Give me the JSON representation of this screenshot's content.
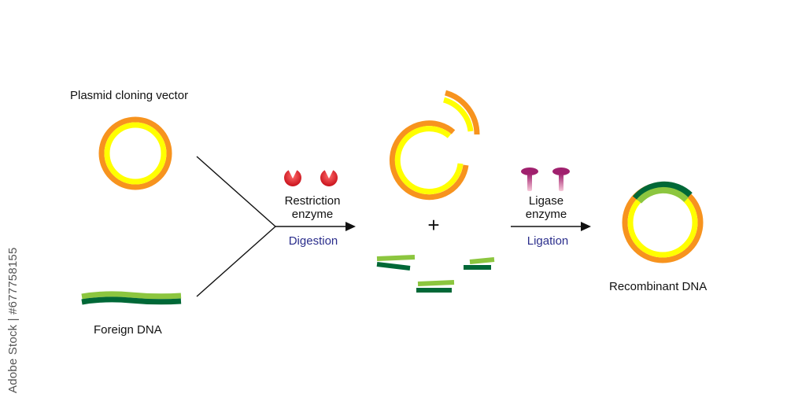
{
  "labels": {
    "plasmid": "Plasmid cloning vector",
    "foreign": "Foreign DNA",
    "restriction_line1": "Restriction",
    "restriction_line2": "enzyme",
    "digestion": "Digestion",
    "plus": "+",
    "ligase_line1": "Ligase",
    "ligase_line2": "enzyme",
    "ligation": "Ligation",
    "recombinant": "Recombinant DNA"
  },
  "watermark": "Adobe Stock | #677758155",
  "colors": {
    "orange": "#f7931e",
    "yellow": "#ffff00",
    "light_green": "#8cc63f",
    "dark_green": "#006837",
    "enzyme_red": "#e0141b",
    "ligase_purple": "#a0206e",
    "process_blue": "#2b2e8c"
  }
}
